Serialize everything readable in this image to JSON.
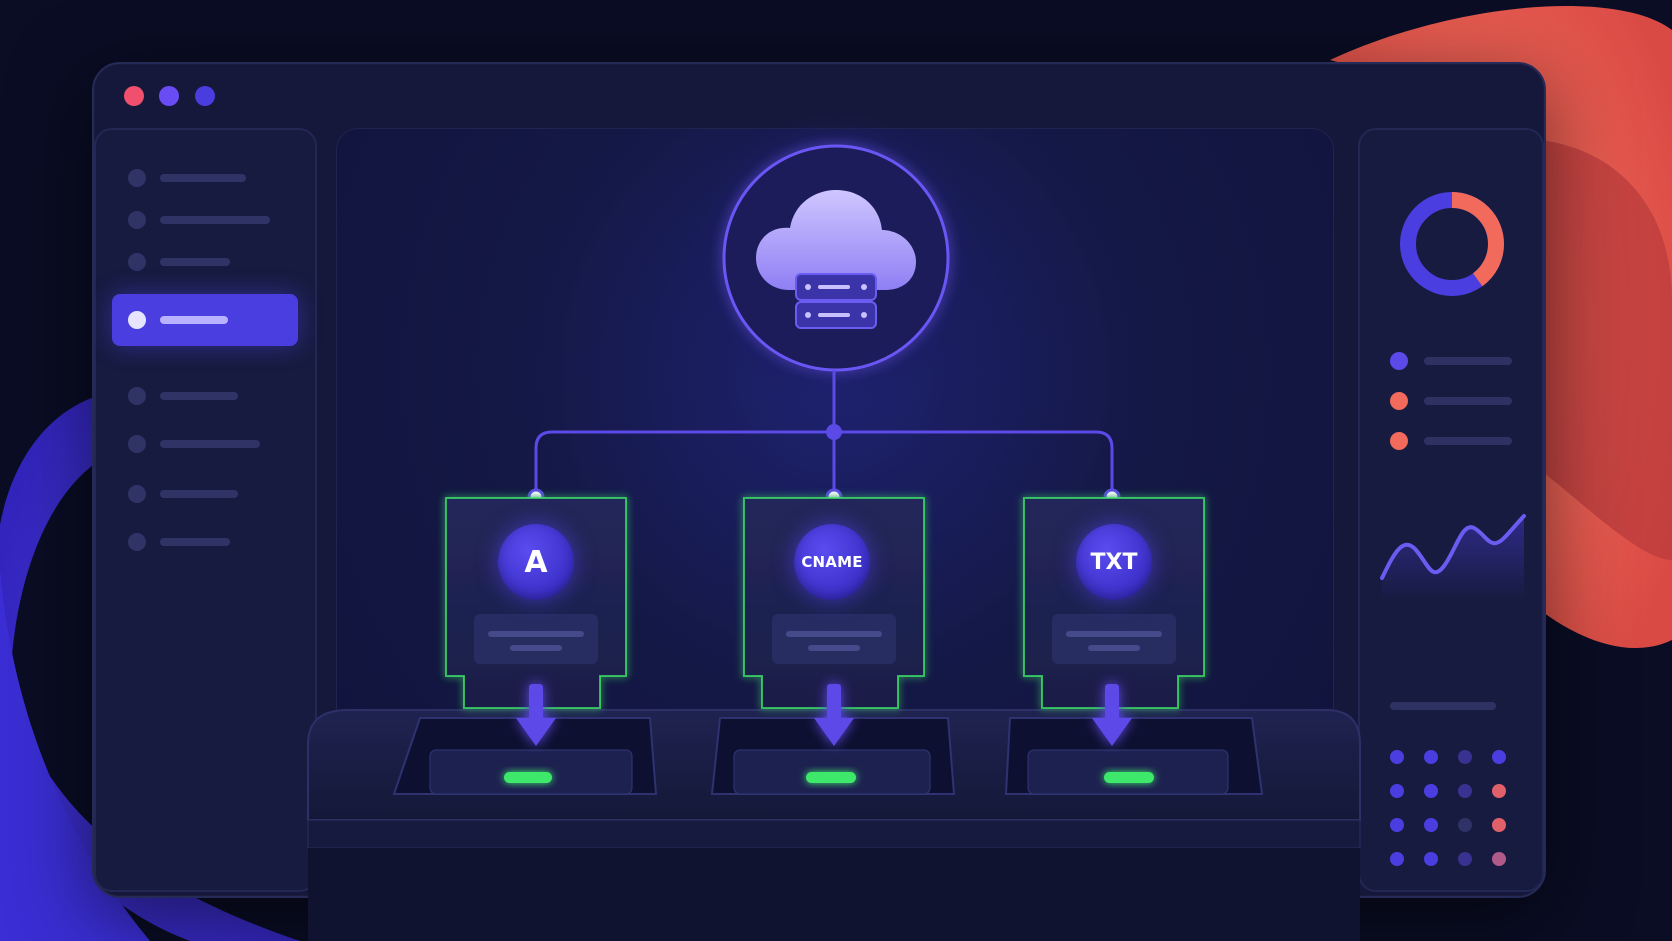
{
  "window": {
    "traffic_lights": [
      {
        "name": "close",
        "color": "#f0506e"
      },
      {
        "name": "minimize",
        "color": "#6a4cf5"
      },
      {
        "name": "zoom",
        "color": "#4a3de0"
      }
    ]
  },
  "dns_records": [
    {
      "type": "A",
      "status": "active"
    },
    {
      "type": "CNAME",
      "status": "active"
    },
    {
      "type": "TXT",
      "status": "active"
    }
  ],
  "sidebar": {
    "active_index": 3,
    "item_count": 8
  },
  "right_panel": {
    "donut": {
      "segments": [
        {
          "color": "#4a3ee0",
          "fraction": 0.6
        },
        {
          "color": "#f16a5c",
          "fraction": 0.4
        }
      ]
    },
    "legend_colors": [
      "#5b4ae8",
      "#f16a5c",
      "#f16a5c"
    ]
  },
  "colors": {
    "accent": "#4a3ee0",
    "accent_light": "#8a7dff",
    "coral": "#f16a5c",
    "status_green": "#3ee86a",
    "bg": "#0a0d24"
  },
  "icons": {
    "cloud": "cloud-server-icon",
    "arrow": "arrow-down-icon"
  }
}
